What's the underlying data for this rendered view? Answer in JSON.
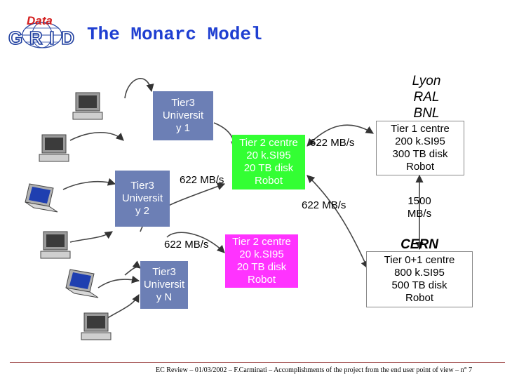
{
  "slide": {
    "title": "The Monarc Model",
    "footer": "EC Review – 01/03/2002 – F.Carminati – Accomplishments of the project from the end user point of view – n° 7"
  },
  "logo": {
    "top_text": "Data",
    "bottom_text": "GRID",
    "icon": "globe-grid-icon"
  },
  "nodes": {
    "tier3_u1": {
      "lines": [
        "Tier3",
        "Universit",
        "y 1"
      ]
    },
    "tier3_u2": {
      "lines": [
        "Tier3",
        "Universit",
        "y 2"
      ]
    },
    "tier3_un": {
      "lines": [
        "Tier3",
        "Universit",
        "y N"
      ]
    },
    "tier2_a": {
      "lines": [
        "Tier 2 centre",
        "20 k.SI95",
        "20 TB disk",
        "Robot"
      ]
    },
    "tier2_b": {
      "lines": [
        "Tier 2 centre",
        "20 k.SI95",
        "20 TB disk",
        "Robot"
      ]
    },
    "tier1": {
      "lines": [
        "Tier 1 centre",
        "200 k.SI95",
        "300 TB disk",
        "Robot"
      ]
    },
    "tier0": {
      "lines": [
        "Tier 0+1 centre",
        "800 k.SI95",
        "500 TB disk",
        "Robot"
      ]
    }
  },
  "sites": {
    "tier1_sites": [
      "Lyon",
      "RAL",
      "BNL"
    ],
    "tier0_site": "CERN"
  },
  "links": {
    "t2a_t1": "622 MB/s",
    "u_t2a": "622 MB/s",
    "t2a_t0": "622 MB/s",
    "un_t2b": "622 MB/s",
    "t1_t0": [
      "1500",
      "MB/s"
    ]
  },
  "colors": {
    "tier3": "#6c7fb5",
    "tier2_a": "#33ff33",
    "tier2_b": "#ff33ff",
    "tier1": "#ffffff",
    "tier0": "#ffffff",
    "title": "#1f3fd1",
    "logo_red": "#d42020",
    "logo_blue": "#2040a0"
  },
  "icons": {
    "workstation": "desktop-computer-icon",
    "laptop": "laptop-icon"
  }
}
